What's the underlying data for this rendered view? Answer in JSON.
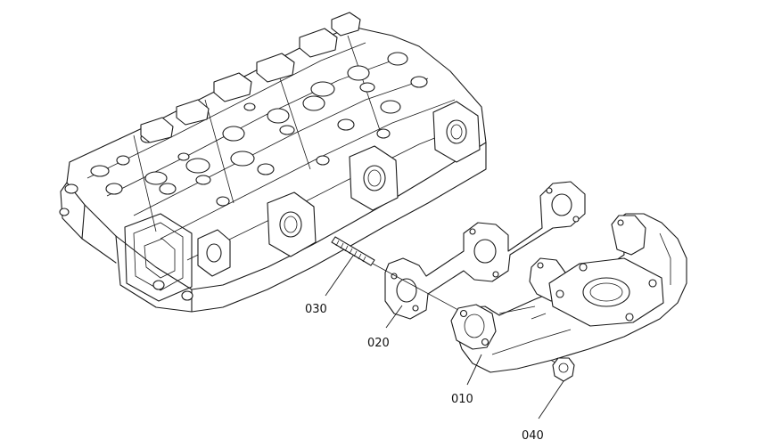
{
  "callouts": {
    "manifold": "010",
    "gasket": "020",
    "stud": "030",
    "nut": "040"
  },
  "colors": {
    "line": "#1a1a1a",
    "background": "#ffffff"
  }
}
